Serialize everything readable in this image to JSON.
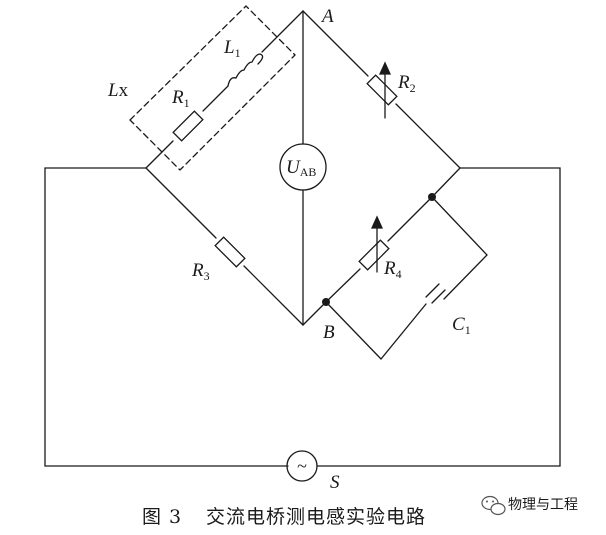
{
  "labels": {
    "node_a": "A",
    "node_b": "B",
    "lx": {
      "main": "L",
      "rest": "x"
    },
    "l1": {
      "main": "L",
      "sub": "1"
    },
    "r1": {
      "main": "R",
      "sub": "1"
    },
    "r2": {
      "main": "R",
      "sub": "2"
    },
    "r3": {
      "main": "R",
      "sub": "3"
    },
    "r4": {
      "main": "R",
      "sub": "4"
    },
    "c1": {
      "main": "C",
      "sub": "1"
    },
    "meter": {
      "main": "U",
      "sub": "AB"
    },
    "source_name": "S",
    "source_symbol": "~"
  },
  "caption": {
    "number": "图 3",
    "title": "交流电桥测电感实验电路"
  },
  "watermark": "物理与工程",
  "colors": {
    "ink": "#1a1a1a",
    "background": "#ffffff"
  },
  "icons": {
    "watermark": "wechat-logo-icon",
    "rheostat": "arrow-up-icon",
    "source": "ac-source-icon"
  }
}
